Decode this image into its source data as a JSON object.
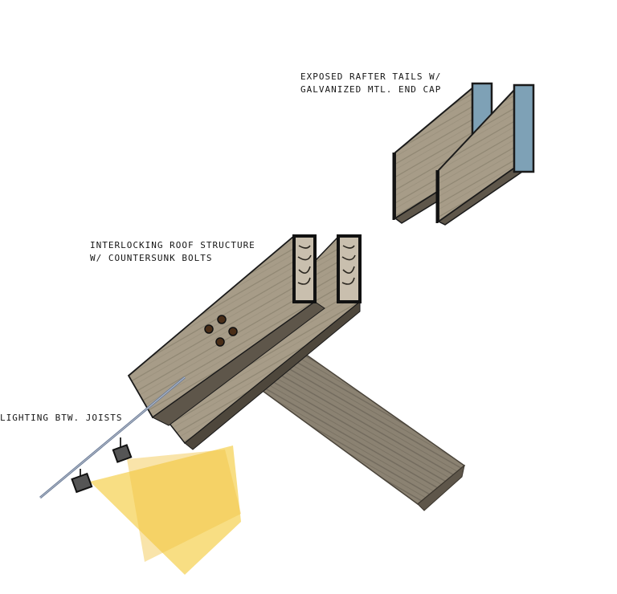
{
  "labels": {
    "rafter_tails": [
      "Exposed Rafter Tails w/",
      "Galvanized Mtl. End Cap"
    ],
    "roof_structure": [
      "Interlocking Roof Structure",
      "w/ Countersunk Bolts"
    ],
    "lighting": "Lighting Btw. Joists"
  },
  "colors": {
    "wood_light": "#a79c88",
    "wood_mid": "#8f8574",
    "wood_dark": "#5e564a",
    "end_cap": "#7ea1b6",
    "light_cone": "#f6d35a",
    "ink": "#1a1a1a",
    "rod": "#6f7f9a"
  }
}
